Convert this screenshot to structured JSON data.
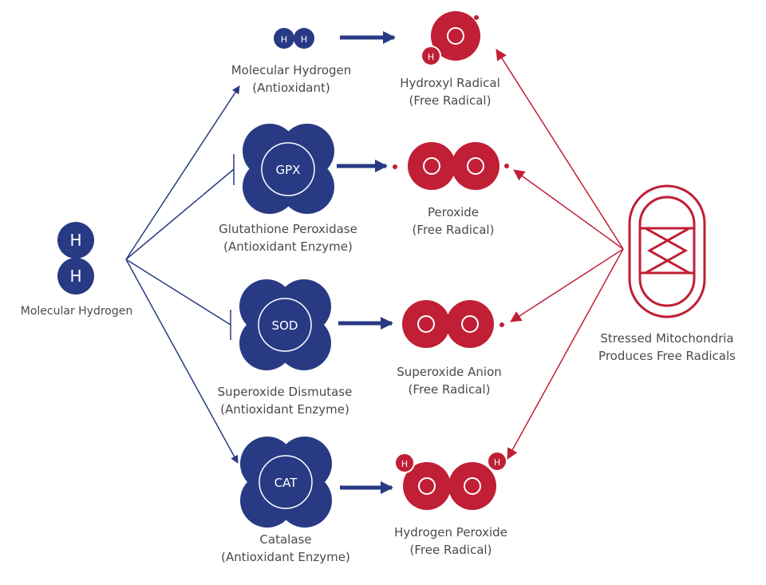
{
  "colors": {
    "blue": "#283a84",
    "red": "#c01f36",
    "text": "#4a4a4a",
    "white": "#ffffff"
  },
  "atom_symbol": "H",
  "source": {
    "label": "Molecular Hydrogen"
  },
  "antioxidants": [
    {
      "line1": "Molecular Hydrogen",
      "line2": "(Antioxidant)"
    },
    {
      "abbr": "GPX",
      "line1": "Glutathione Peroxidase",
      "line2": "(Antioxidant Enzyme)"
    },
    {
      "abbr": "SOD",
      "line1": "Superoxide Dismutase",
      "line2": "(Antioxidant Enzyme)"
    },
    {
      "abbr": "CAT",
      "line1": "Catalase",
      "line2": "(Antioxidant Enzyme)"
    }
  ],
  "radicals": [
    {
      "line1": "Hydroxyl Radical",
      "line2": "(Free Radical)"
    },
    {
      "line1": "Peroxide",
      "line2": "(Free Radical)"
    },
    {
      "line1": "Superoxide Anion",
      "line2": "(Free Radical)"
    },
    {
      "line1": "Hydrogen Peroxide",
      "line2": "(Free Radical)"
    }
  ],
  "mitochondria": {
    "line1": "Stressed Mitochondria",
    "line2": "Produces Free Radicals"
  }
}
